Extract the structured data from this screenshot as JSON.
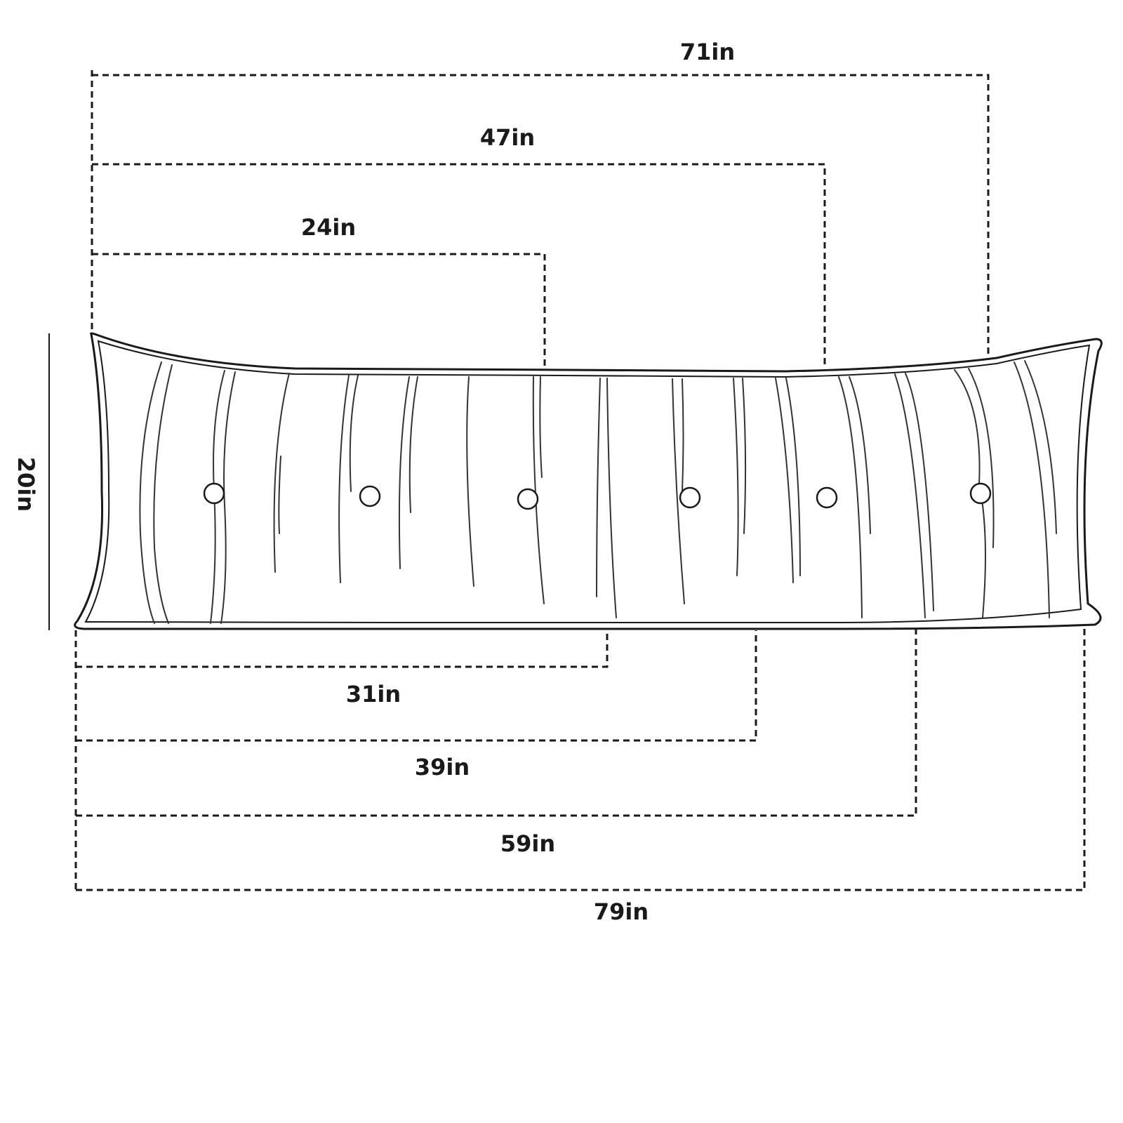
{
  "diagram": {
    "subject": "long bolster pillow with six tufted buttons",
    "stroke_color": "#1a1a1a",
    "background_color": "#ffffff",
    "height_label": "20in",
    "top_dimensions": [
      {
        "id": "dim-71",
        "label": "71in"
      },
      {
        "id": "dim-47",
        "label": "47in"
      },
      {
        "id": "dim-24",
        "label": "24in"
      }
    ],
    "bottom_dimensions": [
      {
        "id": "dim-31",
        "label": "31in"
      },
      {
        "id": "dim-39",
        "label": "39in"
      },
      {
        "id": "dim-59",
        "label": "59in"
      },
      {
        "id": "dim-79",
        "label": "79in"
      }
    ],
    "button_count": 6
  }
}
